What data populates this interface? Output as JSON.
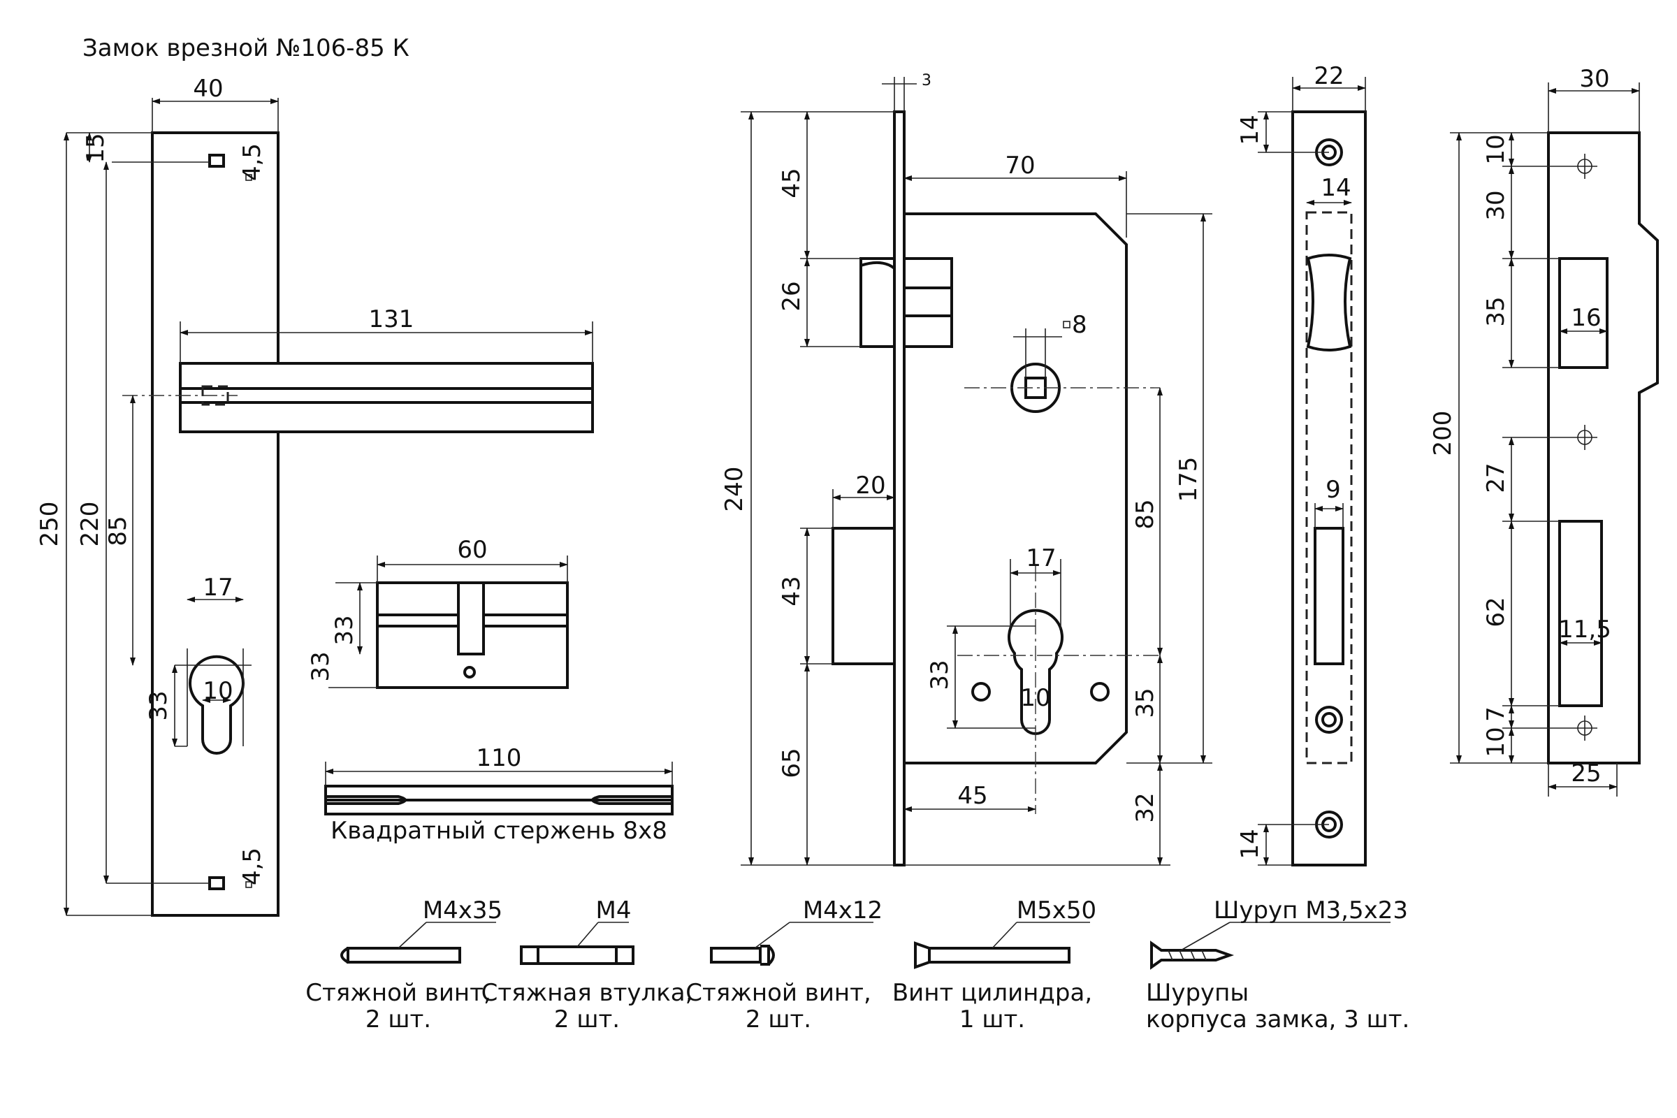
{
  "title": "Замок врезной №106-85 К",
  "handle_view": {
    "dims": {
      "plate_width": "40",
      "top_offset": "15",
      "overall_height": "250",
      "screw_spacing": "220",
      "backset": "85",
      "lever_length": "131",
      "cyl_width": "17",
      "cyl_height": "33",
      "cyl_slot": "10",
      "hole_square_top": "4,5",
      "hole_square_bottom": "4,5"
    }
  },
  "cylinder_view": {
    "dims": {
      "length": "60",
      "height_a": "33",
      "height_b": "33"
    }
  },
  "spindle_view": {
    "dims": {
      "length": "110"
    },
    "caption": "Квадратный стержень 8х8"
  },
  "lock_body_view": {
    "dims": {
      "faceplate_thickness": "3",
      "body_depth": "70",
      "latch_offset": "45",
      "latch_height": "26",
      "faceplate_height": "240",
      "bolt_projection": "20",
      "bolt_height": "43",
      "bottom_offset": "65",
      "spindle_square": "8",
      "body_height": "175",
      "center_distance": "85",
      "cyl_offset_width": "17",
      "screw_spacing": "33",
      "cyl_slot": "10",
      "cyl_to_bottom": "35",
      "backset": "45",
      "body_to_plate_bottom": "32"
    }
  },
  "faceplate_view": {
    "dims": {
      "width": "22",
      "top_offset": "14",
      "inner_width": "14",
      "bolt_width": "9",
      "bottom_offset": "14"
    }
  },
  "strike_view": {
    "dims": {
      "width": "30",
      "top_offset": "10",
      "upper_gap": "30",
      "latch_height": "35",
      "latch_width": "16",
      "overall_height": "200",
      "mid_gap": "27",
      "bolt_height": "62",
      "bolt_width": "11,5",
      "lower_a": "10",
      "lower_b": "7",
      "bottom_width": "25"
    }
  },
  "hardware": [
    {
      "spec": "M4x35",
      "caption_1": "Стяжной винт,",
      "caption_2": "2 шт."
    },
    {
      "spec": "M4",
      "caption_1": "Стяжная втулка,",
      "caption_2": "2 шт."
    },
    {
      "spec": "M4x12",
      "caption_1": "Стяжной винт,",
      "caption_2": "2 шт."
    },
    {
      "spec": "M5x50",
      "caption_1": "Винт цилиндра,",
      "caption_2": "1 шт."
    },
    {
      "spec": "Шуруп М3,5х23",
      "caption_1": "Шурупы",
      "caption_2": "корпуса замка, 3 шт."
    }
  ]
}
